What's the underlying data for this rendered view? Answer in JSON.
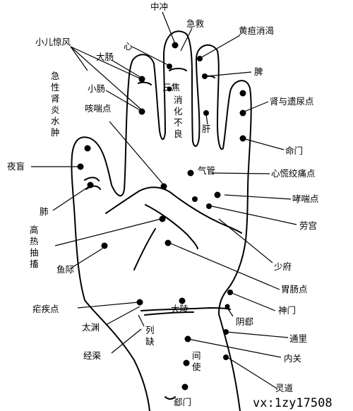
{
  "diagram": {
    "labels": {
      "zhongchong": "中冲",
      "jijiu": "急救",
      "huangdanxiaoke": "黄疸消渴",
      "xiaoerjingfeng": "小儿惊风",
      "xin": "心",
      "dachang": "大肠",
      "pi": "脾",
      "xiaochang": "小肠",
      "sanjiao": "三焦",
      "shenyuyeniaodian": "肾与遗尿点",
      "kechuandian": "咳喘点",
      "gan": "肝",
      "mingmen": "命门",
      "yemang": "夜盲",
      "qiguan": "气管",
      "xinhuangjiaotongdian": "心慌绞痛点",
      "xiaochuandian": "哮喘点",
      "fei": "肺",
      "laogong": "劳宫",
      "shaofu": "少府",
      "yuji": "鱼际",
      "weichangdian": "胃肠点",
      "shenmen": "神门",
      "nuejidian": "疟疾点",
      "daling": "大陵",
      "yinxi": "阴郄",
      "taiyuan": "太渊",
      "tongli": "通里",
      "jingqu": "经渠",
      "neiguan": "内关",
      "lingdao": "灵道",
      "ximen": "郄门"
    },
    "vertical_labels": {
      "jixingshenyanshuizhong": [
        "急",
        "性",
        "肾",
        "炎",
        "水",
        "肿"
      ],
      "xiaohuabuliang": [
        "消",
        "化",
        "不",
        "良"
      ],
      "gaoreichouchu": [
        "高",
        "热",
        "抽",
        "搐"
      ],
      "lieque": [
        "列",
        "缺"
      ],
      "jianshi": [
        "间",
        "使"
      ]
    },
    "watermark": "vx:1zy17508"
  }
}
